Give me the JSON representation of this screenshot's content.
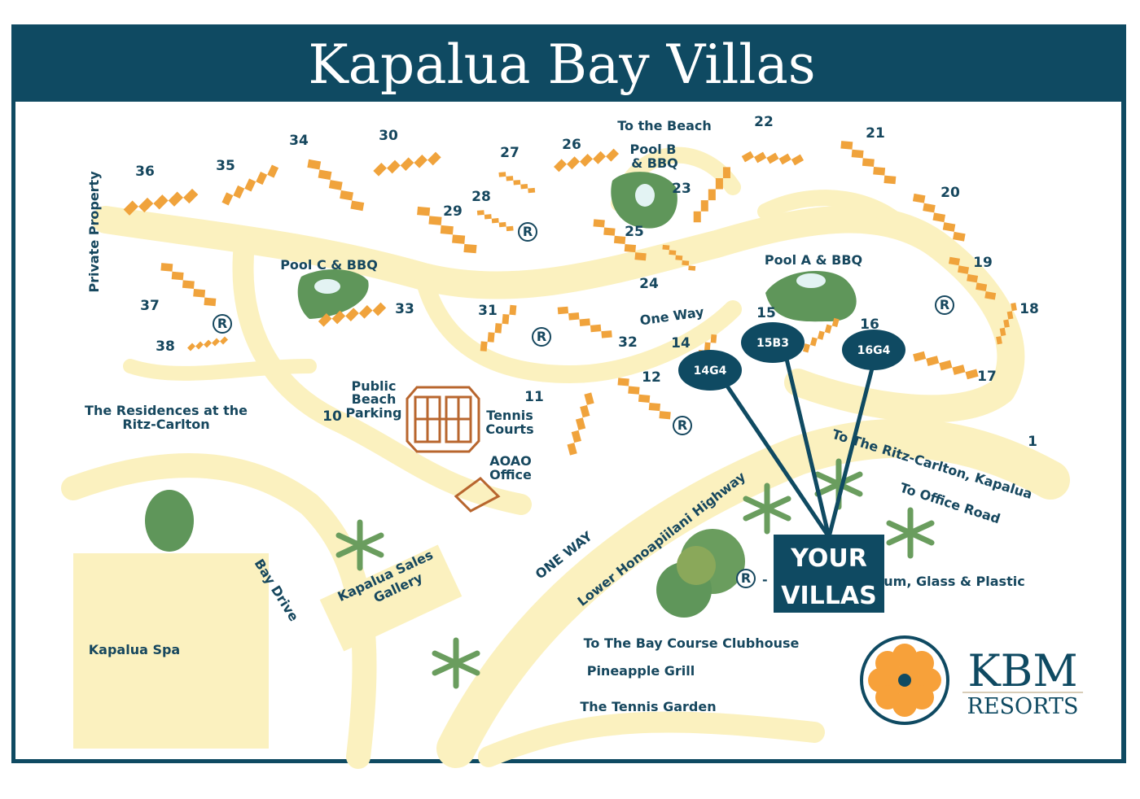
{
  "title": "Kapalua Bay Villas",
  "colors": {
    "navy": "#0f4a62",
    "orange": "#f0a33c",
    "green": "#5f965a",
    "road": "#fbf1bf"
  },
  "buildings": [
    "36",
    "35",
    "34",
    "30",
    "27",
    "26",
    "28",
    "29",
    "23",
    "25",
    "24",
    "22",
    "21",
    "20",
    "19",
    "18",
    "17",
    "16",
    "15",
    "37",
    "38",
    "33",
    "31",
    "32",
    "12",
    "11",
    "10",
    "1",
    "14"
  ],
  "places": {
    "to_beach": "To the Beach",
    "pool_b_1": "Pool B",
    "pool_b_2": "& BBQ",
    "pool_c": "Pool C & BBQ",
    "pool_a": "Pool A & BBQ",
    "one_way_small": "One Way",
    "private_property": "Private Property",
    "residences_1": "The Residences at the",
    "residences_2": "Ritz-Carlton",
    "parking_1": "Public",
    "parking_2": "Beach",
    "parking_3": "Parking",
    "tennis_1": "Tennis",
    "tennis_2": "Courts",
    "aoao_1": "AOAO",
    "aoao_2": "Office",
    "bay_drive": "Bay Drive",
    "sales_1": "Kapalua Sales",
    "sales_2": "Gallery",
    "one_way_caps": "ONE WAY",
    "highway": "Lower Honoapiilani Highway",
    "to_ritz": "To The Ritz-Carlton, Kapalua",
    "to_office": "To Office Road",
    "recycling": "um, Glass & Plastic",
    "recycle_dash": "-",
    "clubhouse": "To The Bay Course Clubhouse",
    "pineapple": "Pineapple Grill",
    "tennis_garden": "The Tennis Garden",
    "spa": "Kapalua Spa"
  },
  "recycle_symbol": "R",
  "pins": [
    {
      "label": "14G4"
    },
    {
      "label": "15B3"
    },
    {
      "label": "16G4"
    }
  ],
  "your_villas": {
    "line1": "YOUR",
    "line2": "VILLAS"
  },
  "logo": {
    "name": "KBM",
    "sub": "RESORTS"
  }
}
